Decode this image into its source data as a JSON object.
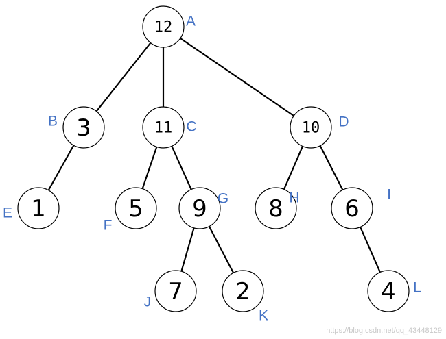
{
  "tree": {
    "nodes": [
      {
        "id": "A",
        "value": "12"
      },
      {
        "id": "B",
        "value": "3"
      },
      {
        "id": "C",
        "value": "11"
      },
      {
        "id": "D",
        "value": "10"
      },
      {
        "id": "E",
        "value": "1"
      },
      {
        "id": "F",
        "value": "5"
      },
      {
        "id": "G",
        "value": "9"
      },
      {
        "id": "H",
        "value": "8"
      },
      {
        "id": "I",
        "value": "6"
      },
      {
        "id": "J",
        "value": "7"
      },
      {
        "id": "K",
        "value": "2"
      },
      {
        "id": "L",
        "value": "4"
      }
    ],
    "edges": [
      {
        "from": "A",
        "to": "B"
      },
      {
        "from": "A",
        "to": "C"
      },
      {
        "from": "A",
        "to": "D"
      },
      {
        "from": "B",
        "to": "E"
      },
      {
        "from": "C",
        "to": "F"
      },
      {
        "from": "C",
        "to": "G"
      },
      {
        "from": "D",
        "to": "H"
      },
      {
        "from": "D",
        "to": "I"
      },
      {
        "from": "G",
        "to": "J"
      },
      {
        "from": "G",
        "to": "K"
      },
      {
        "from": "I",
        "to": "L"
      }
    ]
  },
  "watermark": "https://blog.csdn.net/qq_43448129",
  "colors": {
    "label": "#4472c4",
    "edge": "#000000",
    "node_fill": "#ffffff"
  }
}
